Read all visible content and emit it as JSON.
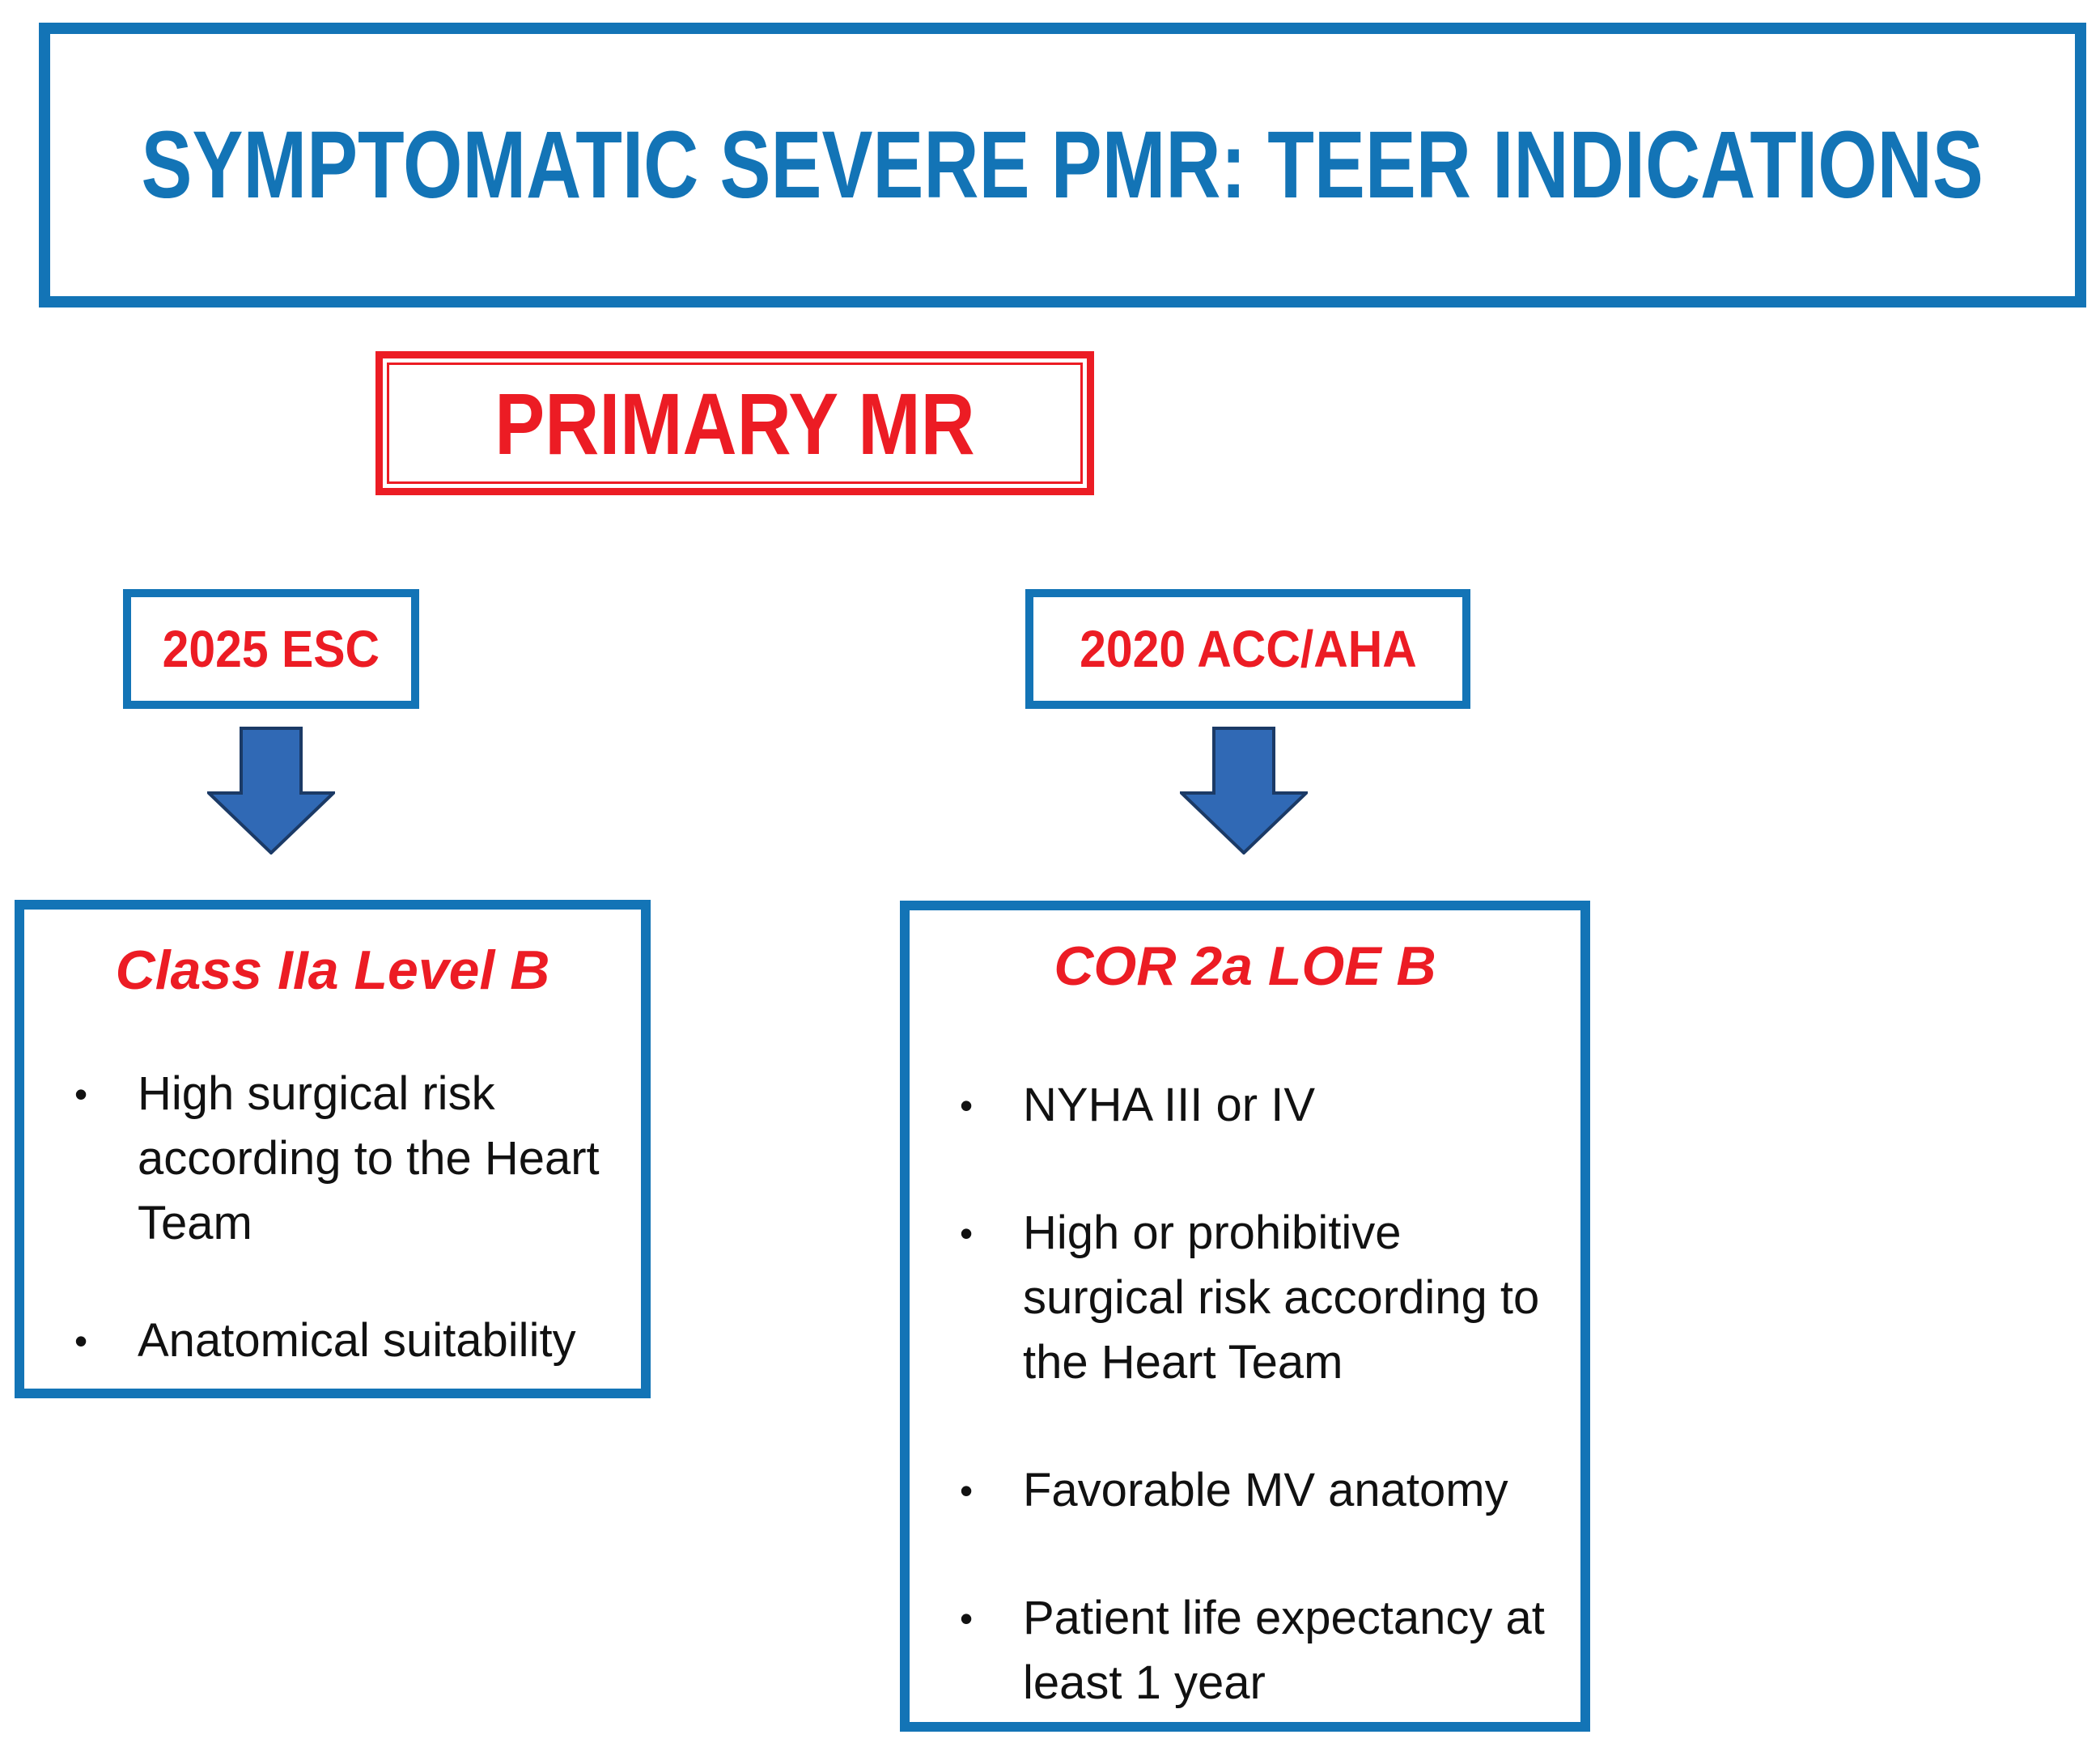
{
  "diagram": {
    "title": "SYMPTOMATIC SEVERE PMR: TEER INDICATIONS",
    "primary_label": "PRIMARY MR",
    "branches": [
      {
        "id": "esc",
        "guideline": "2025 ESC",
        "recommendation": "Class IIa Level B",
        "bullets": [
          "High surgical risk\naccording to the Heart\nTeam",
          "Anatomical suitability"
        ]
      },
      {
        "id": "acc-aha",
        "guideline": "2020 ACC/AHA",
        "recommendation": "COR 2a LOE B",
        "bullets": [
          "NYHA III or IV",
          "High or prohibitive\nsurgical risk according to\nthe Heart Team",
          "Favorable  MV anatomy",
          "Patient life expectancy at\nleast 1 year"
        ]
      }
    ],
    "icons": {
      "down_arrow": "down-arrow-icon",
      "bullet": "bullet-dot-icon"
    },
    "colors": {
      "blue": "#1374B6",
      "red": "#EC1C24",
      "arrow_fill": "#3069B5",
      "arrow_stroke": "#1B3A66",
      "text": "#111111",
      "bg": "#FFFFFF"
    }
  }
}
